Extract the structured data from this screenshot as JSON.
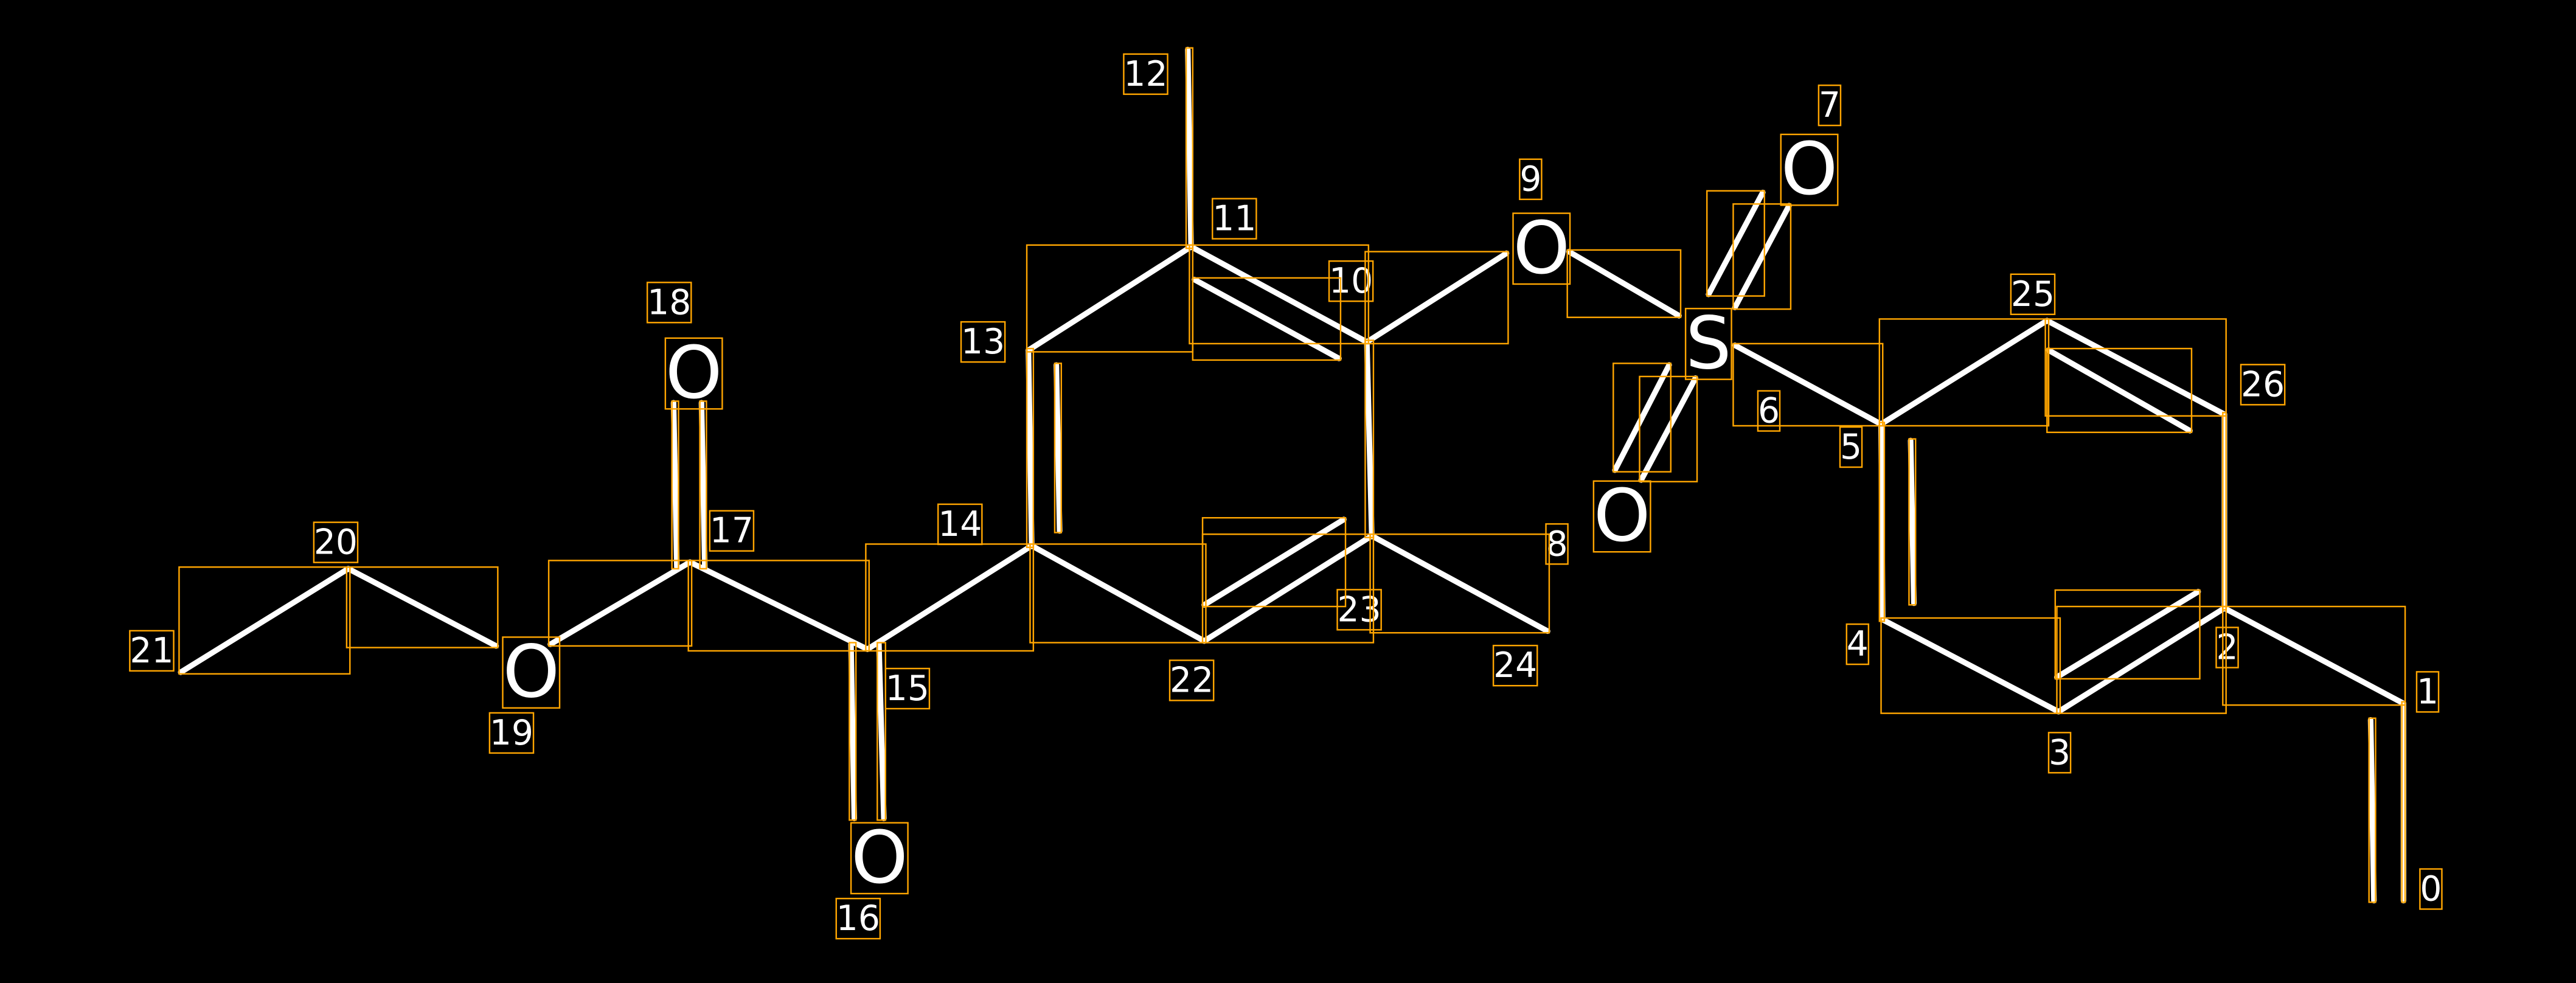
{
  "colors": {
    "background": "#000000",
    "bond": "#ffffff",
    "annotation_box": "#FFA500",
    "text": "#ffffff"
  },
  "elements": {
    "o7": "O",
    "o9": "O",
    "s6": "S",
    "o_lower": "O",
    "o16": "O",
    "o18": "O",
    "o19": "O"
  },
  "indices": {
    "i0": "0",
    "i1": "1",
    "i2": "2",
    "i3": "3",
    "i4": "4",
    "i5": "5",
    "i6": "6",
    "i7": "7",
    "i8": "8",
    "i9": "9",
    "i10": "10",
    "i11": "11",
    "i12": "12",
    "i13": "13",
    "i14": "14",
    "i15": "15",
    "i16": "16",
    "i17": "17",
    "i18": "18",
    "i19": "19",
    "i20": "20",
    "i21": "21",
    "i22": "22",
    "i23": "23",
    "i24": "24",
    "i25": "25",
    "i26": "26"
  }
}
